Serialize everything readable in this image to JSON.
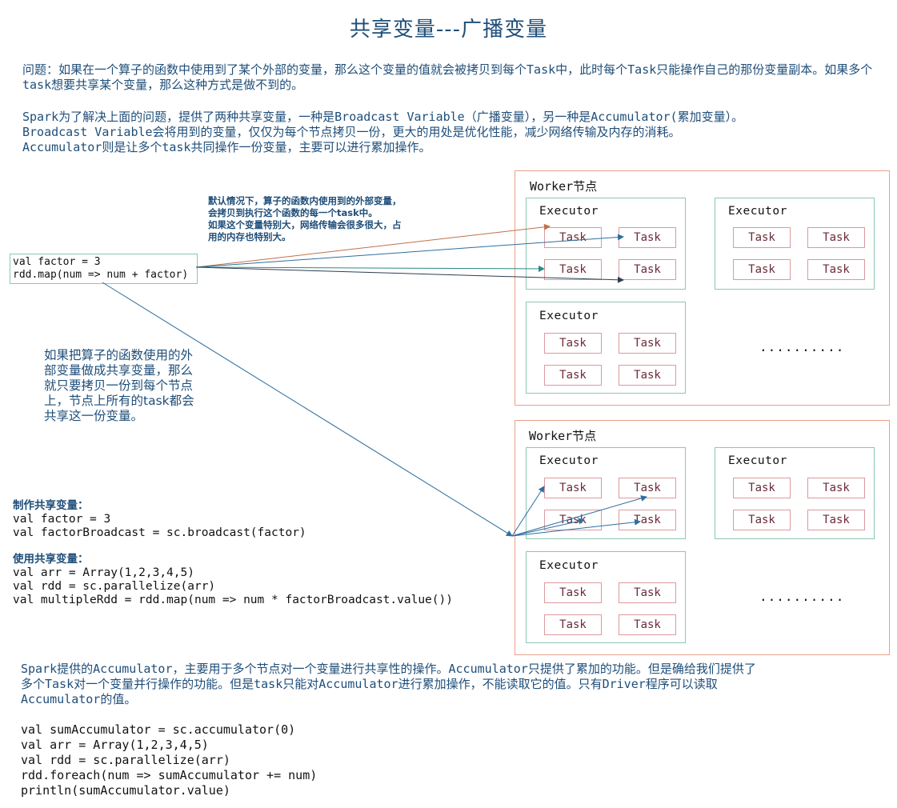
{
  "title": "共享变量---广播变量",
  "intro": {
    "problem": "问题：如果在一个算子的函数中使用到了某个外部的变量，那么这个变量的值就会被拷贝到每个Task中，此时每个Task只能操作自己的那份变量副本。如果多个task想要共享某个变量，那么这种方式是做不到的。",
    "solution_line1": "Spark为了解决上面的问题，提供了两种共享变量，一种是Broadcast Variable（广播变量），另一种是Accumulator(累加变量）。",
    "solution_line2": "Broadcast Variable会将用到的变量，仅仅为每个节点拷贝一份，更大的用处是优化性能，减少网络传输及内存的消耗。",
    "solution_line3": "Accumulator则是让多个task共同操作一份变量，主要可以进行累加操作。"
  },
  "default_note": {
    "line1": "默认情况下，算子的函数内使用到的外部变量，",
    "line2": "会拷贝到执行这个函数的每一个task中。",
    "line3": "如果这个变量特别大，网络传输会很多很大，占",
    "line4": "用的内存也特别大。"
  },
  "code_box": {
    "line1": "val factor = 3",
    "line2": "rdd.map(num => num + factor)"
  },
  "broadcast_note": {
    "line1": "如果把算子的函数使用的外",
    "line2": "部变量做成共享变量，那么",
    "line3": "就只要拷贝一份到每个节点",
    "line4": "上，节点上所有的task都会",
    "line5": "共享这一份变量。"
  },
  "make_shared": {
    "header": "制作共享变量：",
    "line1": "val factor = 3",
    "line2": "val factorBroadcast = sc.broadcast(factor)"
  },
  "use_shared": {
    "header": "使用共享变量：",
    "line1": "val arr = Array(1,2,3,4,5)",
    "line2": "val rdd = sc.parallelize(arr)",
    "line3": "val multipleRdd = rdd.map(num => num * factorBroadcast.value())"
  },
  "accumulator": {
    "desc_line1": "Spark提供的Accumulator，主要用于多个节点对一个变量进行共享性的操作。Accumulator只提供了累加的功能。但是确给我们提供了",
    "desc_line2": "多个Task对一个变量并行操作的功能。但是task只能对Accumulator进行累加操作，不能读取它的值。只有Driver程序可以读取",
    "desc_line3": "Accumulator的值。",
    "code1": "val sumAccumulator = sc.accumulator(0)",
    "code2": "val arr = Array(1,2,3,4,5)",
    "code3": "val rdd = sc.parallelize(arr)",
    "code4": "rdd.foreach(num => sumAccumulator += num)",
    "code5": "println(sumAccumulator.value)"
  },
  "worker_label": "Worker节点",
  "executor_label": "Executor",
  "task_label": "Task",
  "ellipsis": "..........",
  "colors": {
    "text_blue": "#1f4e79",
    "worker_border": "#e9a18a",
    "executor_border": "#8cc7b5",
    "task_border": "#dc9a9e",
    "arrow_orange": "#c0704a",
    "arrow_blue": "#2e6e9e",
    "arrow_teal": "#2a8a86"
  }
}
